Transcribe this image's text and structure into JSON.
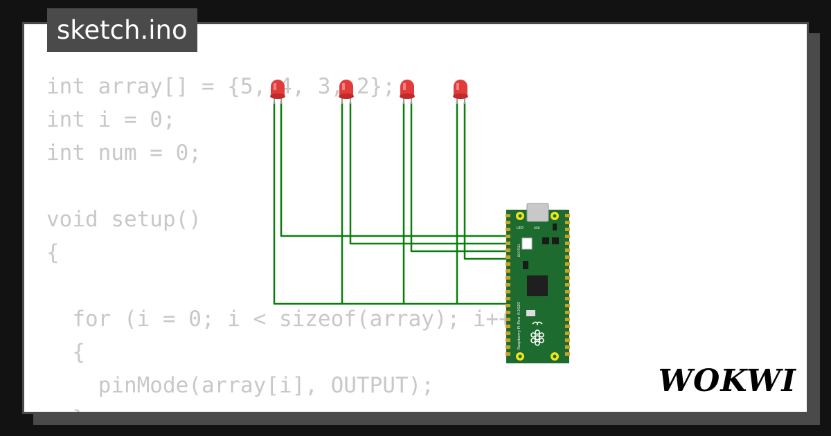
{
  "file": {
    "name": "sketch.ino"
  },
  "code": {
    "lines": [
      "int array[] = {5, 4, 3, 2};",
      "int i = 0;",
      "int num = 0;",
      "",
      "void setup()",
      "{",
      "",
      "  for (i = 0; i < sizeof(array); i++)",
      "  {",
      "    pinMode(array[i], OUTPUT);",
      "  }"
    ]
  },
  "board": {
    "name": "Raspberry Pi Pico ©2020",
    "led_label": "LED",
    "usb_label": "USB",
    "bootsel_label": "BOOTSEL"
  },
  "brand": {
    "logo_text": "WOKWI"
  },
  "colors": {
    "wire": "#0a7d0a",
    "board": "#1d6b2f",
    "led": "#e23b3b",
    "code_text": "#c8c8c8"
  }
}
